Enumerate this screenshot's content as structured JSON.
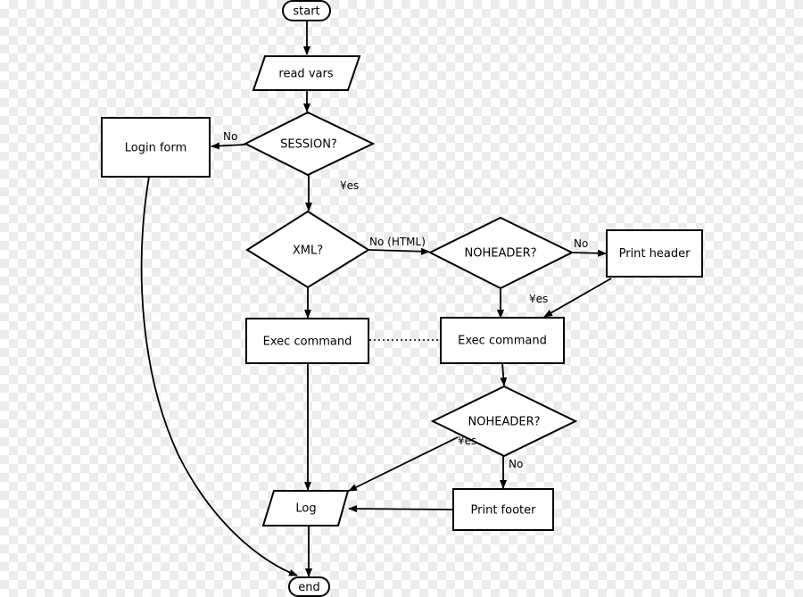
{
  "nodes": {
    "start": "start",
    "read_vars": "read vars",
    "session": "SESSION?",
    "login_form": "Login form",
    "xml": "XML?",
    "noheader_1": "NOHEADER?",
    "print_header": "Print header",
    "exec_command_left": "Exec command",
    "exec_command_right": "Exec command",
    "noheader_2": "NOHEADER?",
    "print_footer": "Print footer",
    "log": "Log",
    "end": "end"
  },
  "edge_labels": {
    "session_no": "No",
    "session_yes": "¥es",
    "xml_no_html": "No (HTML)",
    "noheader1_no": "No",
    "noheader1_yes": "¥es",
    "noheader2_yes": "¥es",
    "noheader2_no": "No"
  }
}
